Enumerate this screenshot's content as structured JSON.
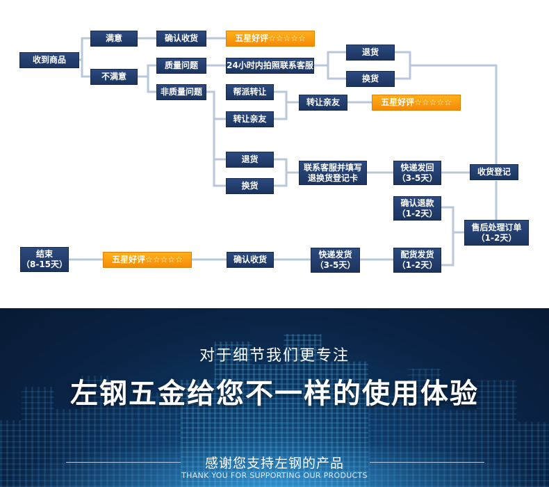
{
  "flow": {
    "received": "收到商品",
    "satisfied": "满意",
    "not_satisfied": "不满意",
    "confirm_receipt_top": "确认收货",
    "five_star_top": "五星好评☆☆☆☆☆",
    "quality_issue": "质量问题",
    "non_quality_issue": "非质量问题",
    "photo_contact": "24小时内拍照联系客服",
    "return_top": "退货",
    "exchange_top": "换货",
    "help_transfer": "帮派转让",
    "transfer_friends_left": "转让亲友",
    "transfer_friends_mid": "转让亲友",
    "five_star_mid": "五星好评☆☆☆☆☆",
    "return_mid": "退货",
    "exchange_mid": "换货",
    "contact_fill": [
      "联系客服并填写",
      "退换货登记卡"
    ],
    "express_back": [
      "快递发回",
      "（3-5天）"
    ],
    "receipt_register": "收货登记",
    "confirm_refund": [
      "确认退款",
      "（1-2天）"
    ],
    "aftersale": [
      "售后处理订单",
      "（1-2天）"
    ],
    "ship_out": [
      "配货发货",
      "（1-2天）"
    ],
    "express_ship": [
      "快递发货",
      "（3-5天）"
    ],
    "confirm_receipt_bottom": "确认收货",
    "five_star_bottom": "五星好评☆☆☆☆☆",
    "end": [
      "结束",
      "（8-15天）"
    ]
  },
  "banner": {
    "subtitle": "对于细节我们更专注",
    "title": "左钢五金给您不一样的使用体验",
    "thanks": "感谢您支持左钢的产品",
    "thanks_en": "THANK YOU FOR SUPPORTING OUR PRODUCTS"
  },
  "colors": {
    "box": "#1f3a68",
    "orange": "#f7920a",
    "line": "#b8c7db",
    "banner_dark": "#0a2446"
  }
}
